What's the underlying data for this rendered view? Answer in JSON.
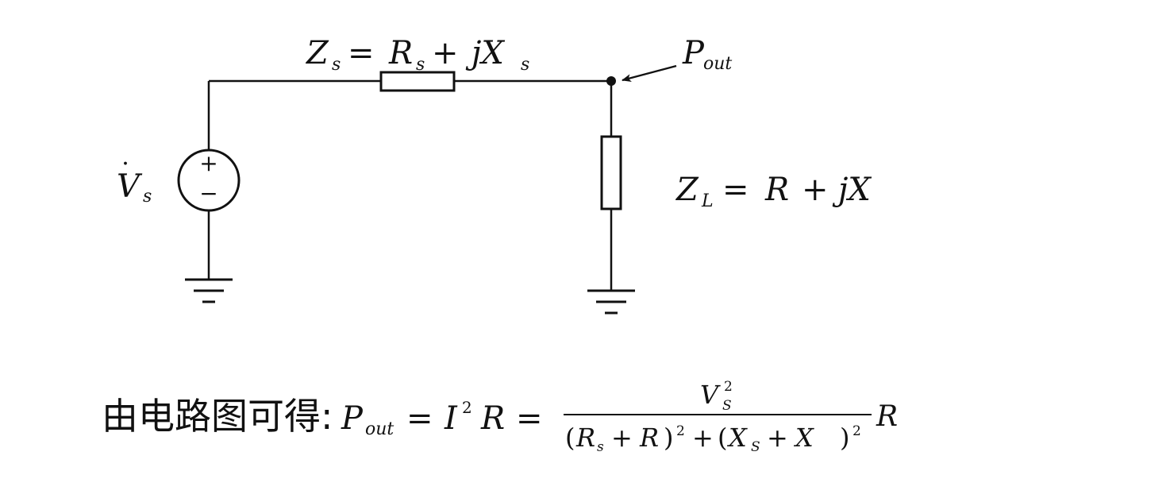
{
  "source_label": {
    "v": "V",
    "dot": "·",
    "sub": "s",
    "plus": "+",
    "minus": "−"
  },
  "source_impedance": {
    "lhs": "Z",
    "lhs_sub": "s",
    "eq": "=",
    "r": "R",
    "r_sub": "s",
    "plus": "+",
    "jx": "jX",
    "x_sub": "s"
  },
  "output_node": {
    "p": "P",
    "sub": "out"
  },
  "load_impedance": {
    "lhs": "Z",
    "lhs_sub": "L",
    "eq": "=",
    "r": "R",
    "plus": "+",
    "jx": "jX"
  },
  "formula": {
    "prefix": "由电路图可得:",
    "p": "P",
    "p_sub": "out",
    "eq1": "=",
    "i": "I",
    "i_sup": "2",
    "r": "R",
    "eq2": "=",
    "num_v": "V",
    "num_sup": "2",
    "num_sub": "S",
    "den_open1": "(",
    "den_r1": "R",
    "den_r1_sub": "s",
    "den_plus1": "+",
    "den_r2": "R",
    "den_close1": ")",
    "den_sq1": "2",
    "den_plus2": "+",
    "den_open2": "(",
    "den_x1": "X",
    "den_x1_sub": "S",
    "den_plus3": "+",
    "den_x2": "X",
    "den_close2": ")",
    "den_sq2": "2",
    "tail_r": "R"
  }
}
